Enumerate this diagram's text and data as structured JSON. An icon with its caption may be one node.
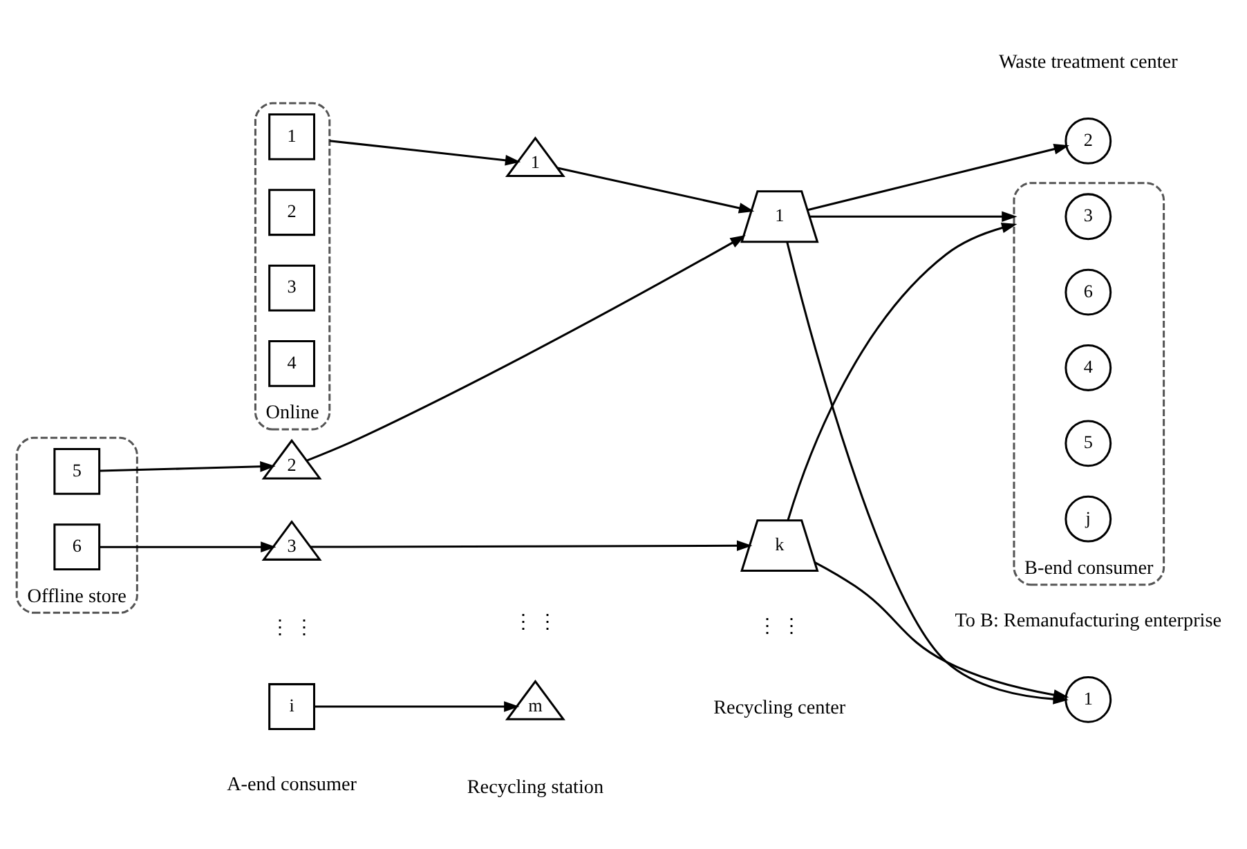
{
  "diagram": {
    "nodes": [
      {
        "text": [
          "Online"
        ]
      },
      {
        "text": [
          "1"
        ],
        "in": 0
      },
      {
        "text": [
          "2"
        ],
        "in": 0
      },
      {
        "text": [
          "3"
        ],
        "in": 0
      },
      {
        "text": [
          "4"
        ],
        "in": 0
      },
      {
        "text": [
          "Offline store"
        ]
      },
      {
        "text": [
          "5"
        ],
        "in": 5
      },
      {
        "text": [
          "6"
        ],
        "in": 5
      },
      {
        "text": [
          "i"
        ]
      },
      {
        "text": [
          "1"
        ]
      },
      {
        "text": [
          "2"
        ]
      },
      {
        "text": [
          "3"
        ]
      },
      {
        "text": [
          "m"
        ]
      },
      {
        "text": [
          "1"
        ]
      },
      {
        "text": [
          "k"
        ]
      },
      {
        "text": [
          "1"
        ],
        "beside": [
          "To B: Remanufacturing enterprise"
        ]
      },
      {
        "text": [
          "2"
        ],
        "beside": [
          "Waste treatment center"
        ]
      },
      {
        "text": [
          "B-end consumer"
        ]
      },
      {
        "text": [
          "3"
        ],
        "in": 17
      },
      {
        "text": [
          "6"
        ],
        "in": 17
      },
      {
        "text": [
          "4"
        ],
        "in": 17
      },
      {
        "text": [
          "5"
        ],
        "in": 17
      },
      {
        "text": [
          "j"
        ],
        "in": 17
      }
    ],
    "edges": [
      {
        "from": 0,
        "to": 9,
        "arrow": "to"
      },
      {
        "from": 6,
        "to": 10,
        "arrow": "to"
      },
      {
        "from": 7,
        "to": 11,
        "arrow": "to"
      },
      {
        "from": 8,
        "to": 12,
        "arrow": "to"
      },
      {
        "from": 9,
        "to": 13,
        "arrow": "to"
      },
      {
        "from": 10,
        "to": 13,
        "arrow": "to"
      },
      {
        "from": 11,
        "to": 14,
        "arrow": "to"
      },
      {
        "from": 13,
        "to": 15,
        "arrow": "to"
      },
      {
        "from": 13,
        "to": 16,
        "arrow": "to"
      },
      {
        "from": 13,
        "to": 17,
        "arrow": "to"
      },
      {
        "from": 14,
        "to": 15,
        "arrow": "to"
      },
      {
        "from": 14,
        "to": 17,
        "arrow": "to"
      }
    ],
    "labels": [
      "⋮ ⋮",
      "⋮ ⋮",
      "⋮ ⋮",
      "A-end consumer",
      "Recycling station",
      "Recycling center"
    ]
  }
}
